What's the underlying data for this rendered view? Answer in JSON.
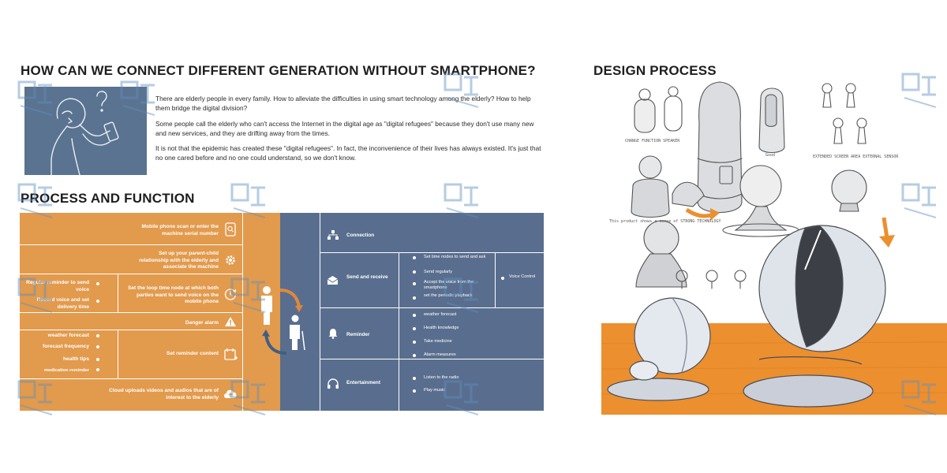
{
  "sections": {
    "connect_title": "HOW CAN WE CONNECT DIFFERENT GENERATION WITHOUT SMARTPHONE?",
    "process_title": "PROCESS AND FUNCTION",
    "design_title": "DESIGN PROCESS"
  },
  "intro": {
    "p1": "There are elderly people in every family. How to alleviate the difficulties in using smart technology among the elderly? How to help them bridge the digital division?",
    "p2": "Some people call the elderly who can't access the Internet in the digital age as \"digital refugees\" because they don't use many new and new services, and they are drifting away from the times.",
    "p3": "It is not that the epidemic has created these \"digital refugees\". In fact, the inconvenience of their lives has always existed. It's just that no one cared before and no one could understand, so we don't know."
  },
  "orange": {
    "scan": "Mobile phone scan or enter the machine serial number",
    "relationship": "Set up your parent-child relationship with the elderly and associate the machine",
    "regular_reminder": "Regular reminder to send voice",
    "record_voice": "Record voice and set delivery time",
    "loop_time": "Set the loop time node at which both parties want to send voice on the mobile phone",
    "danger": "Danger alarm",
    "weather": "weather forecast",
    "forecast_freq": "forecast frequency",
    "health_tips": "health tips",
    "medication": "medication reminder",
    "reminder_content": "Set reminder content",
    "cloud": "Cloud uploads videos and audios that are of interest to the elderly"
  },
  "blue": {
    "connection": "Connection",
    "send_receive": "Send and receive",
    "send_items": [
      "Set time nodes to send and ask",
      "Send regularly",
      "Accept the voice from the smartphone",
      "set the periodic playback"
    ],
    "voice_control": "Voice Control",
    "reminder": "Reminder",
    "reminder_items": [
      "weather forecast",
      "Health knowledge",
      "Take medicine",
      "Alarm measures"
    ],
    "entertainment": "Entertainment",
    "entertainment_items": [
      "Listen to the radio",
      "Play music"
    ]
  },
  "sketch_notes": {
    "n1": "CHANGE FUNCTION SPEAKER",
    "n2": "Good",
    "n3": "EXTENDED SCREEN AREA EXTERNAL SENSOR",
    "n4": "This product shows a sense of STRONG TECHNOLOGY"
  },
  "colors": {
    "orange": "#e29a4d",
    "slate_blue": "#596e8e",
    "sketch_orange": "#ec8f2f"
  }
}
